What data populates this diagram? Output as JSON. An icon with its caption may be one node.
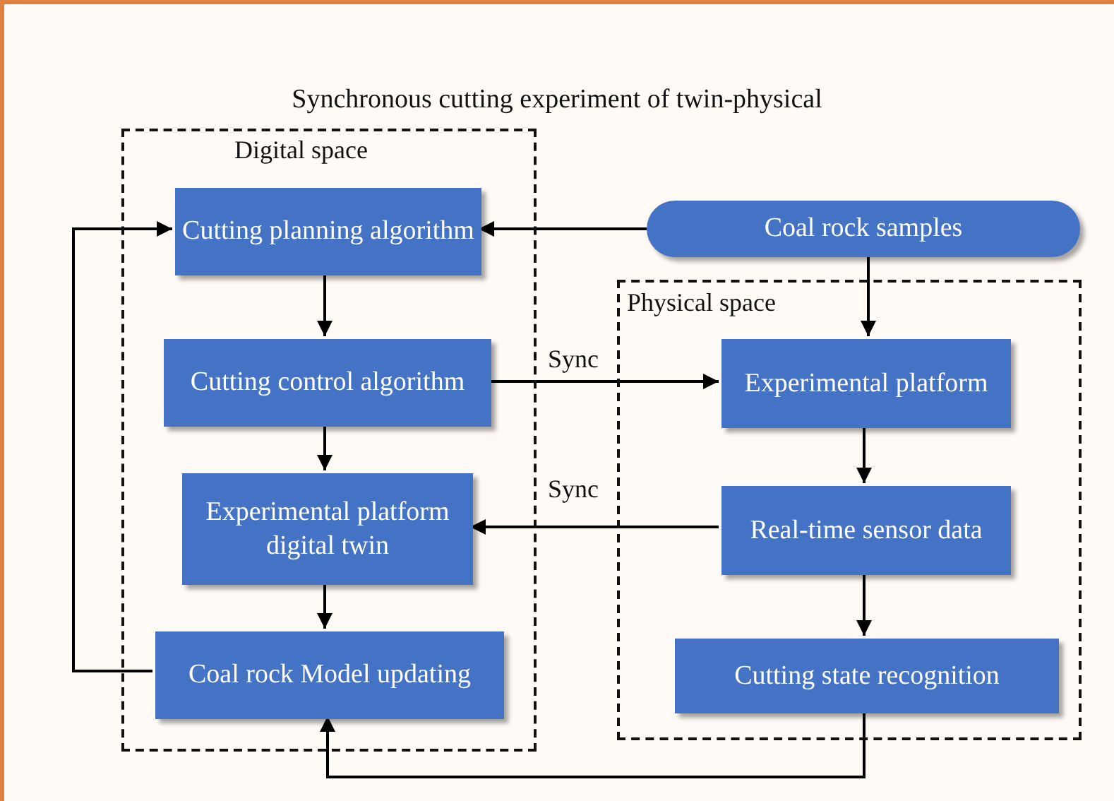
{
  "diagram": {
    "title": "Synchronous cutting experiment of twin-physical",
    "nodes": [
      {
        "text": [
          "Digital space"
        ]
      },
      {
        "text": [
          "Cutting planning algorithm"
        ],
        "in": 0
      },
      {
        "text": [
          "Cutting control algorithm"
        ],
        "in": 0
      },
      {
        "text": [
          "Experimental platform digital twin"
        ],
        "in": 0
      },
      {
        "text": [
          "Coal rock Model updating"
        ],
        "in": 0
      },
      {
        "text": [
          "Coal rock samples"
        ]
      },
      {
        "text": [
          "Physical space"
        ]
      },
      {
        "text": [
          "Experimental platform"
        ],
        "in": 6
      },
      {
        "text": [
          "Real-time sensor data"
        ],
        "in": 6
      },
      {
        "text": [
          "Cutting state recognition"
        ],
        "in": 6
      }
    ],
    "edges": [
      {
        "from": 1,
        "to": 2,
        "arrow": "to"
      },
      {
        "from": 2,
        "to": 3,
        "arrow": "to"
      },
      {
        "from": 3,
        "to": 4,
        "arrow": "to"
      },
      {
        "from": 4,
        "to": 1,
        "arrow": "to"
      },
      {
        "from": 5,
        "to": 1,
        "arrow": "to"
      },
      {
        "from": 5,
        "to": 7,
        "arrow": "to"
      },
      {
        "from": 2,
        "to": 7,
        "arrow": "to",
        "label": "Sync"
      },
      {
        "from": 8,
        "to": 3,
        "arrow": "to",
        "label": "Sync"
      },
      {
        "from": 7,
        "to": 8,
        "arrow": "to"
      },
      {
        "from": 8,
        "to": 9,
        "arrow": "to"
      },
      {
        "from": 9,
        "to": 4,
        "arrow": "to"
      }
    ]
  }
}
